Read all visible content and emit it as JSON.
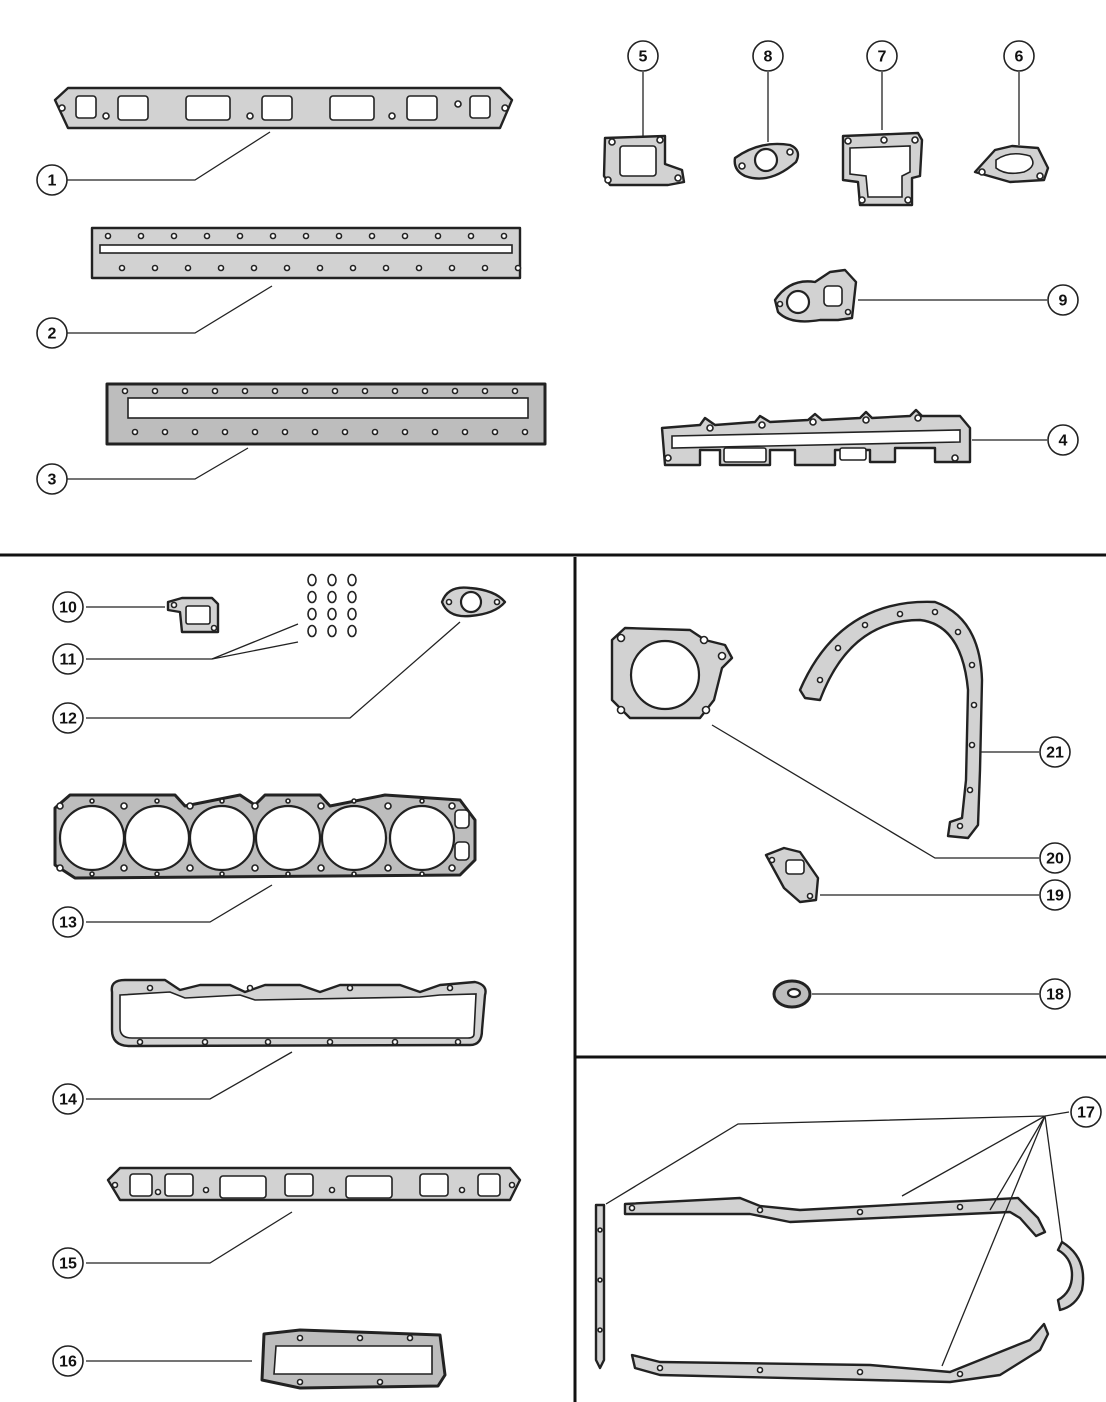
{
  "callouts": [
    {
      "key": "1",
      "label": "1"
    },
    {
      "key": "2",
      "label": "2"
    },
    {
      "key": "3",
      "label": "3"
    },
    {
      "key": "4",
      "label": "4"
    },
    {
      "key": "5",
      "label": "5"
    },
    {
      "key": "6",
      "label": "6"
    },
    {
      "key": "7",
      "label": "7"
    },
    {
      "key": "8",
      "label": "8"
    },
    {
      "key": "9",
      "label": "9"
    },
    {
      "key": "10",
      "label": "10"
    },
    {
      "key": "11",
      "label": "11"
    },
    {
      "key": "12",
      "label": "12"
    },
    {
      "key": "13",
      "label": "13"
    },
    {
      "key": "14",
      "label": "14"
    },
    {
      "key": "15",
      "label": "15"
    },
    {
      "key": "16",
      "label": "16"
    },
    {
      "key": "17",
      "label": "17"
    },
    {
      "key": "18",
      "label": "18"
    },
    {
      "key": "19",
      "label": "19"
    },
    {
      "key": "20",
      "label": "20"
    },
    {
      "key": "21",
      "label": "21"
    }
  ],
  "colors": {
    "line": "#222222",
    "gasket_fill": "#d2d2d2",
    "background": "#ffffff"
  }
}
